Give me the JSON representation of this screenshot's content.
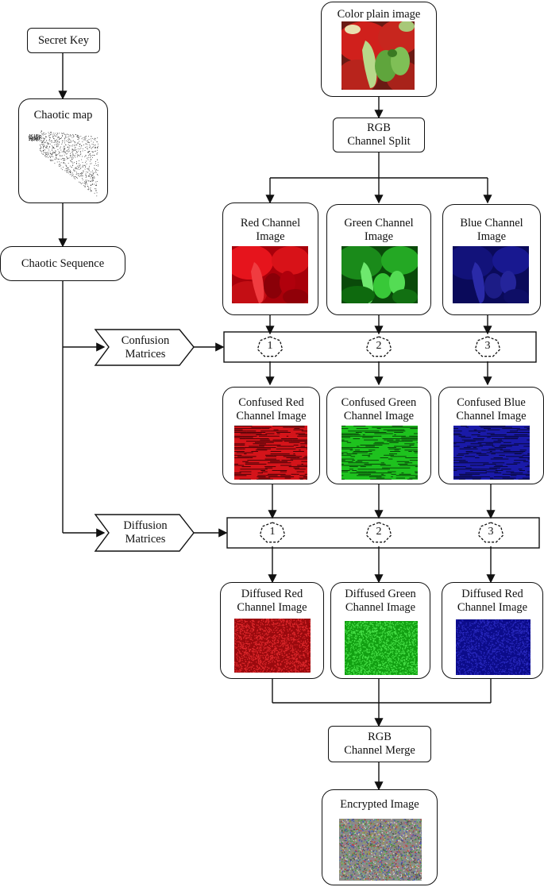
{
  "nodes": {
    "secret_key": "Secret Key",
    "chaotic_map": "Chaotic map",
    "chaotic_sequence": "Chaotic Sequence",
    "color_plain": "Color plain image",
    "rgb_split": "RGB\nChannel Split",
    "red_channel": "Red Channel\nImage",
    "green_channel": "Green Channel\nImage",
    "blue_channel": "Blue Channel\nImage",
    "confused_red": "Confused Red\nChannel Image",
    "confused_green": "Confused Green\nChannel Image",
    "confused_blue": "Confused Blue\nChannel Image",
    "diffused_red": "Diffused Red\nChannel Image",
    "diffused_green": "Diffused Green\nChannel Image",
    "diffused_blue": "Diffused Red\nChannel Image",
    "rgb_merge": "RGB\nChannel Merge",
    "encrypted": "Encrypted Image"
  },
  "tags": {
    "confusion": "Confusion\nMatrices",
    "diffusion": "Diffusion\nMatrices"
  },
  "markers": [
    "1",
    "2",
    "3"
  ],
  "colors": {
    "red": "#d4141a",
    "green": "#1ec21e",
    "blue": "#1a1aa8",
    "line": "#111111"
  }
}
